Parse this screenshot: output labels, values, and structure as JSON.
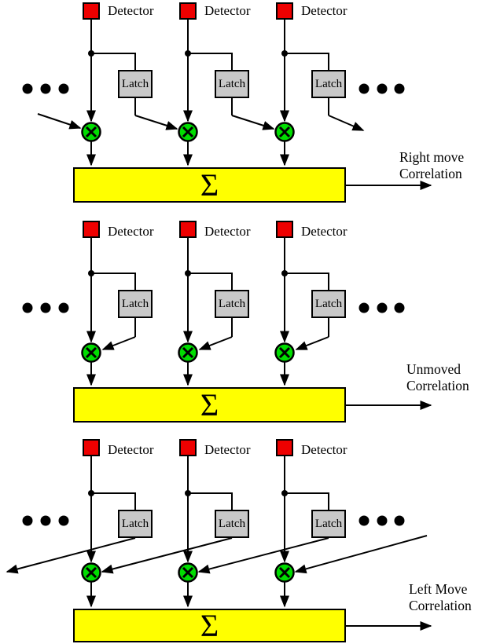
{
  "colors": {
    "detector_red": "#ee0000",
    "latch_gray": "#c8c8c8",
    "multiply_green": "#00dd00",
    "sum_yellow": "#ffff00",
    "line_black": "#000000"
  },
  "panels": [
    {
      "id": "right-move",
      "detectors": [
        "Detector",
        "Detector",
        "Detector"
      ],
      "latches": [
        "Latch",
        "Latch",
        "Latch"
      ],
      "sum_symbol": "Σ",
      "output_label": [
        "Right move",
        "Correlation"
      ]
    },
    {
      "id": "unmoved",
      "detectors": [
        "Detector",
        "Detector",
        "Detector"
      ],
      "latches": [
        "Latch",
        "Latch",
        "Latch"
      ],
      "sum_symbol": "Σ",
      "output_label": [
        "Unmoved",
        "Correlation"
      ]
    },
    {
      "id": "left-move",
      "detectors": [
        "Detector",
        "Detector",
        "Detector"
      ],
      "latches": [
        "Latch",
        "Latch",
        "Latch"
      ],
      "sum_symbol": "Σ",
      "output_label": [
        "Left Move",
        "Correlation"
      ]
    }
  ]
}
